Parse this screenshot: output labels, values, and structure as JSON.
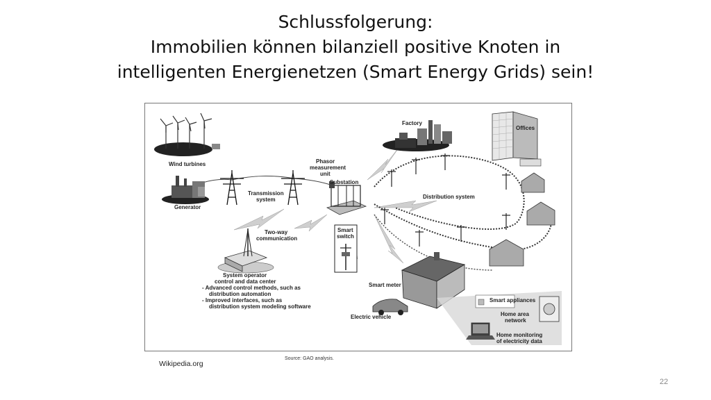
{
  "slide": {
    "title_line1": "Schlussfolgerung:",
    "title_line2": "Immobilien können bilanziell positive Knoten in",
    "title_line3": "intelligenten Energienetzen (Smart Energy Grids) sein!",
    "credit": "Wikipedia.org",
    "page_number": "22"
  },
  "figure": {
    "source": "Source: GAO analysis.",
    "labels": {
      "wind_turbines": "Wind turbines",
      "generator": "Generator",
      "transmission_1": "Transmission",
      "transmission_2": "system",
      "phasor_1": "Phasor",
      "phasor_2": "measurement",
      "phasor_3": "unit",
      "substation": "Substation",
      "factory": "Factory",
      "offices": "Offices",
      "distribution": "Distribution system",
      "two_way_1": "Two-way",
      "two_way_2": "communication",
      "smart_switch_1": "Smart",
      "smart_switch_2": "switch",
      "operator_1": "System operator",
      "operator_2": "control and data center",
      "operator_3": "- Advanced control methods, such as",
      "operator_4": "distribution automation",
      "operator_5": "- Improved interfaces, such as",
      "operator_6": "distribution system modeling software",
      "smart_meter": "Smart meter",
      "electric_vehicle": "Electric vehicle",
      "smart_appliances": "Smart appliances",
      "han_1": "Home area",
      "han_2": "network",
      "home_mon_1": "Home monitoring",
      "home_mon_2": "of electricity data"
    }
  }
}
